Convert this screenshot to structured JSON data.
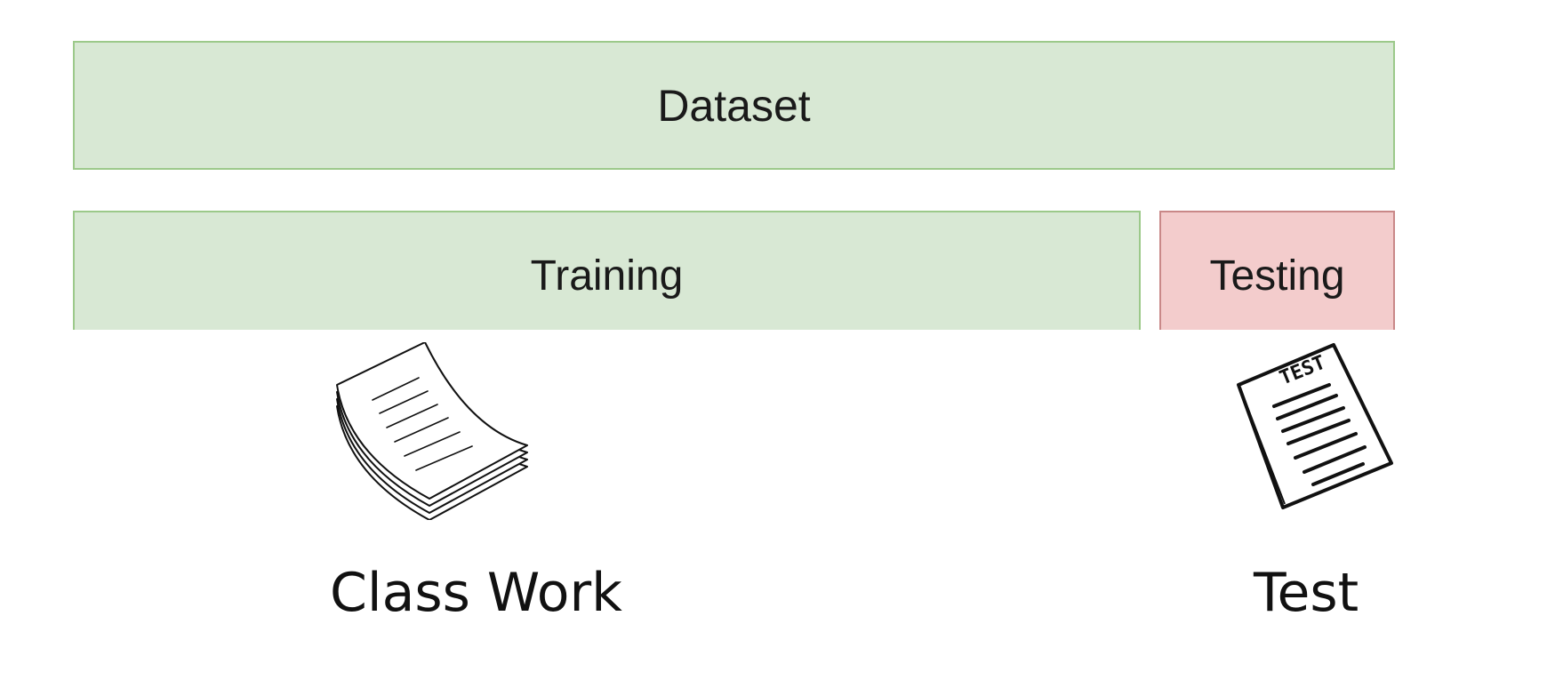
{
  "diagram": {
    "dataset_box": {
      "label": "Dataset",
      "fill_color": "#d8e8d4",
      "border_color": "#9cc98a"
    },
    "split_boxes": [
      {
        "label": "Training",
        "fill_color": "#d8e8d4",
        "border_color": "#9cc98a"
      },
      {
        "label": "Testing",
        "fill_color": "#f3cccc",
        "border_color": "#c98888"
      }
    ],
    "illustrations": [
      {
        "icon": "paper-stack-icon",
        "caption": "Class Work"
      },
      {
        "icon": "test-paper-icon",
        "icon_text": "TEST",
        "caption": "Test"
      }
    ]
  }
}
